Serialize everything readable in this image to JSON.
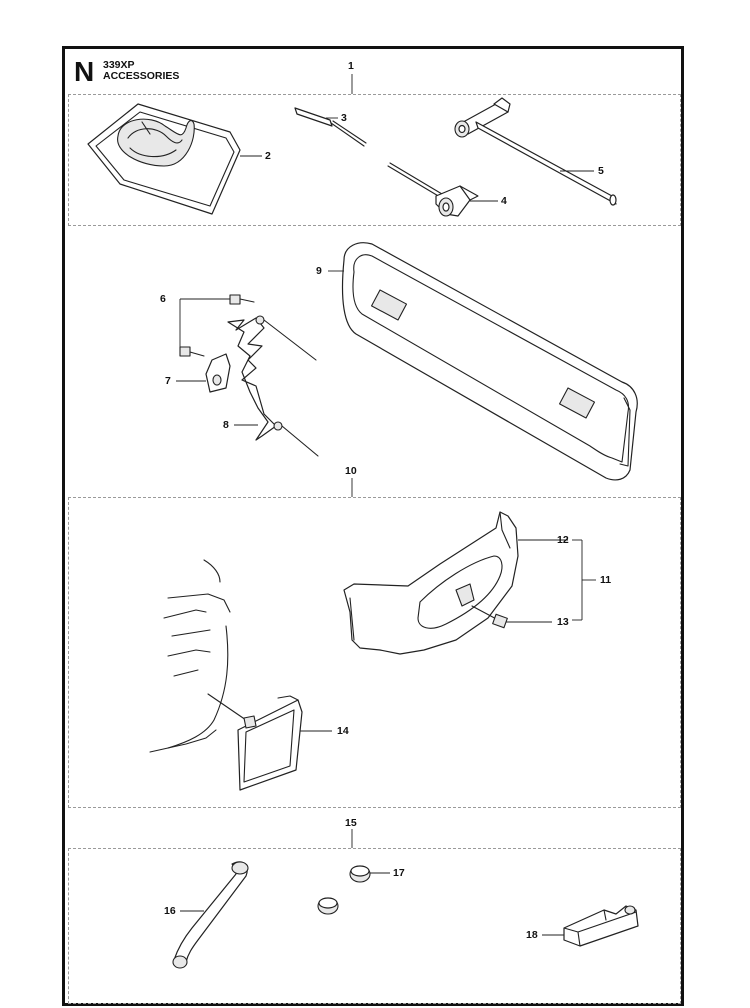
{
  "header": {
    "section_letter": "N",
    "model": "339XP",
    "title": "ACCESSORIES"
  },
  "callouts": {
    "c1": "1",
    "c2": "2",
    "c3": "3",
    "c4": "4",
    "c5": "5",
    "c6": "6",
    "c7": "7",
    "c8": "8",
    "c9": "9",
    "c10": "10",
    "c11": "11",
    "c12": "12",
    "c13": "13",
    "c14": "14",
    "c15": "15",
    "c16": "16",
    "c17": "17",
    "c18": "18"
  },
  "icons": {
    "tool-bag": "tool-bag-icon",
    "screwdriver": "screwdriver-icon",
    "combination-wrench": "combination-wrench-icon",
    "t-wrench": "t-wrench-icon",
    "bar-guard": "bar-guard-icon",
    "spiked-bumper": "spiked-bumper-icon",
    "winter-kit-cover": "winter-kit-cover-icon",
    "fuel-hose": "fuel-hose-icon",
    "plug": "plug-icon",
    "support-block": "support-block-icon"
  }
}
